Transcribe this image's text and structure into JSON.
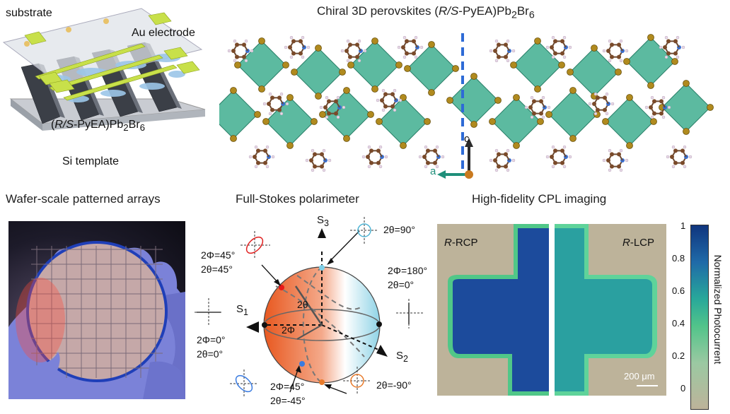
{
  "panel_a": {
    "substrate": "substrate",
    "au_electrode": "Au electrode",
    "perovskite_prefix": "(",
    "perovskite_rs": "R/S",
    "perovskite_mid": "-PyEA)Pb",
    "perovskite_sub1": "2",
    "perovskite_br": "Br",
    "perovskite_sub2": "6",
    "si_template": "Si template"
  },
  "panel_b": {
    "title_prefix": "Chiral 3D perovskites (",
    "title_rs": "R/S",
    "title_mid": "-PyEA)Pb",
    "title_sub1": "2",
    "title_br": "Br",
    "title_sub2": "6",
    "axis_c": "c",
    "axis_a": "a",
    "colors": {
      "octahedron": "#3fae8f",
      "pb_br": "#b08a1e",
      "carbon": "#7a4a2a",
      "nitrogen": "#3a6fd0",
      "hydrogen": "#e8d8e8",
      "dashed_line": "#2e6bd6"
    }
  },
  "panel_c": {
    "title": "Wafer-scale patterned arrays"
  },
  "panel_d": {
    "title": "Full-Stokes polarimeter",
    "s1": "S",
    "s1_sub": "1",
    "s2": "S",
    "s2_sub": "2",
    "s3": "S",
    "s3_sub": "3",
    "two_theta_center": "2θ",
    "two_phi_center": "2Φ",
    "pt_top_theta": "2θ=90°",
    "pt_left_top_phi": "2Φ=45°",
    "pt_left_top_theta": "2θ=45°",
    "pt_right_phi": "2Φ=180°",
    "pt_right_theta": "2θ=0°",
    "pt_left_phi": "2Φ=0°",
    "pt_left_theta": "2θ=0°",
    "pt_bottom_left_phi": "2Φ=45°",
    "pt_bottom_left_theta": "2θ=-45°",
    "pt_bottom_theta": "2θ=-90°",
    "colors": {
      "sphere_left": "#e8581f",
      "sphere_right": "#8fd3e6"
    }
  },
  "panel_e": {
    "title": "High-fidelity CPL imaging",
    "left_label_italic": "R",
    "left_label": "-RCP",
    "right_label_italic": "R",
    "right_label": "-LCP",
    "scalebar": "200 μm",
    "colorbar_label": "Normalized Photocurrent",
    "colorbar_ticks": [
      "1",
      "0.8",
      "0.6",
      "0.4",
      "0.2",
      "0"
    ],
    "colors": {
      "background": "#bdb39a",
      "rcp_cross": "#1c4b9c",
      "lcp_cross": "#2aa0a0"
    }
  }
}
